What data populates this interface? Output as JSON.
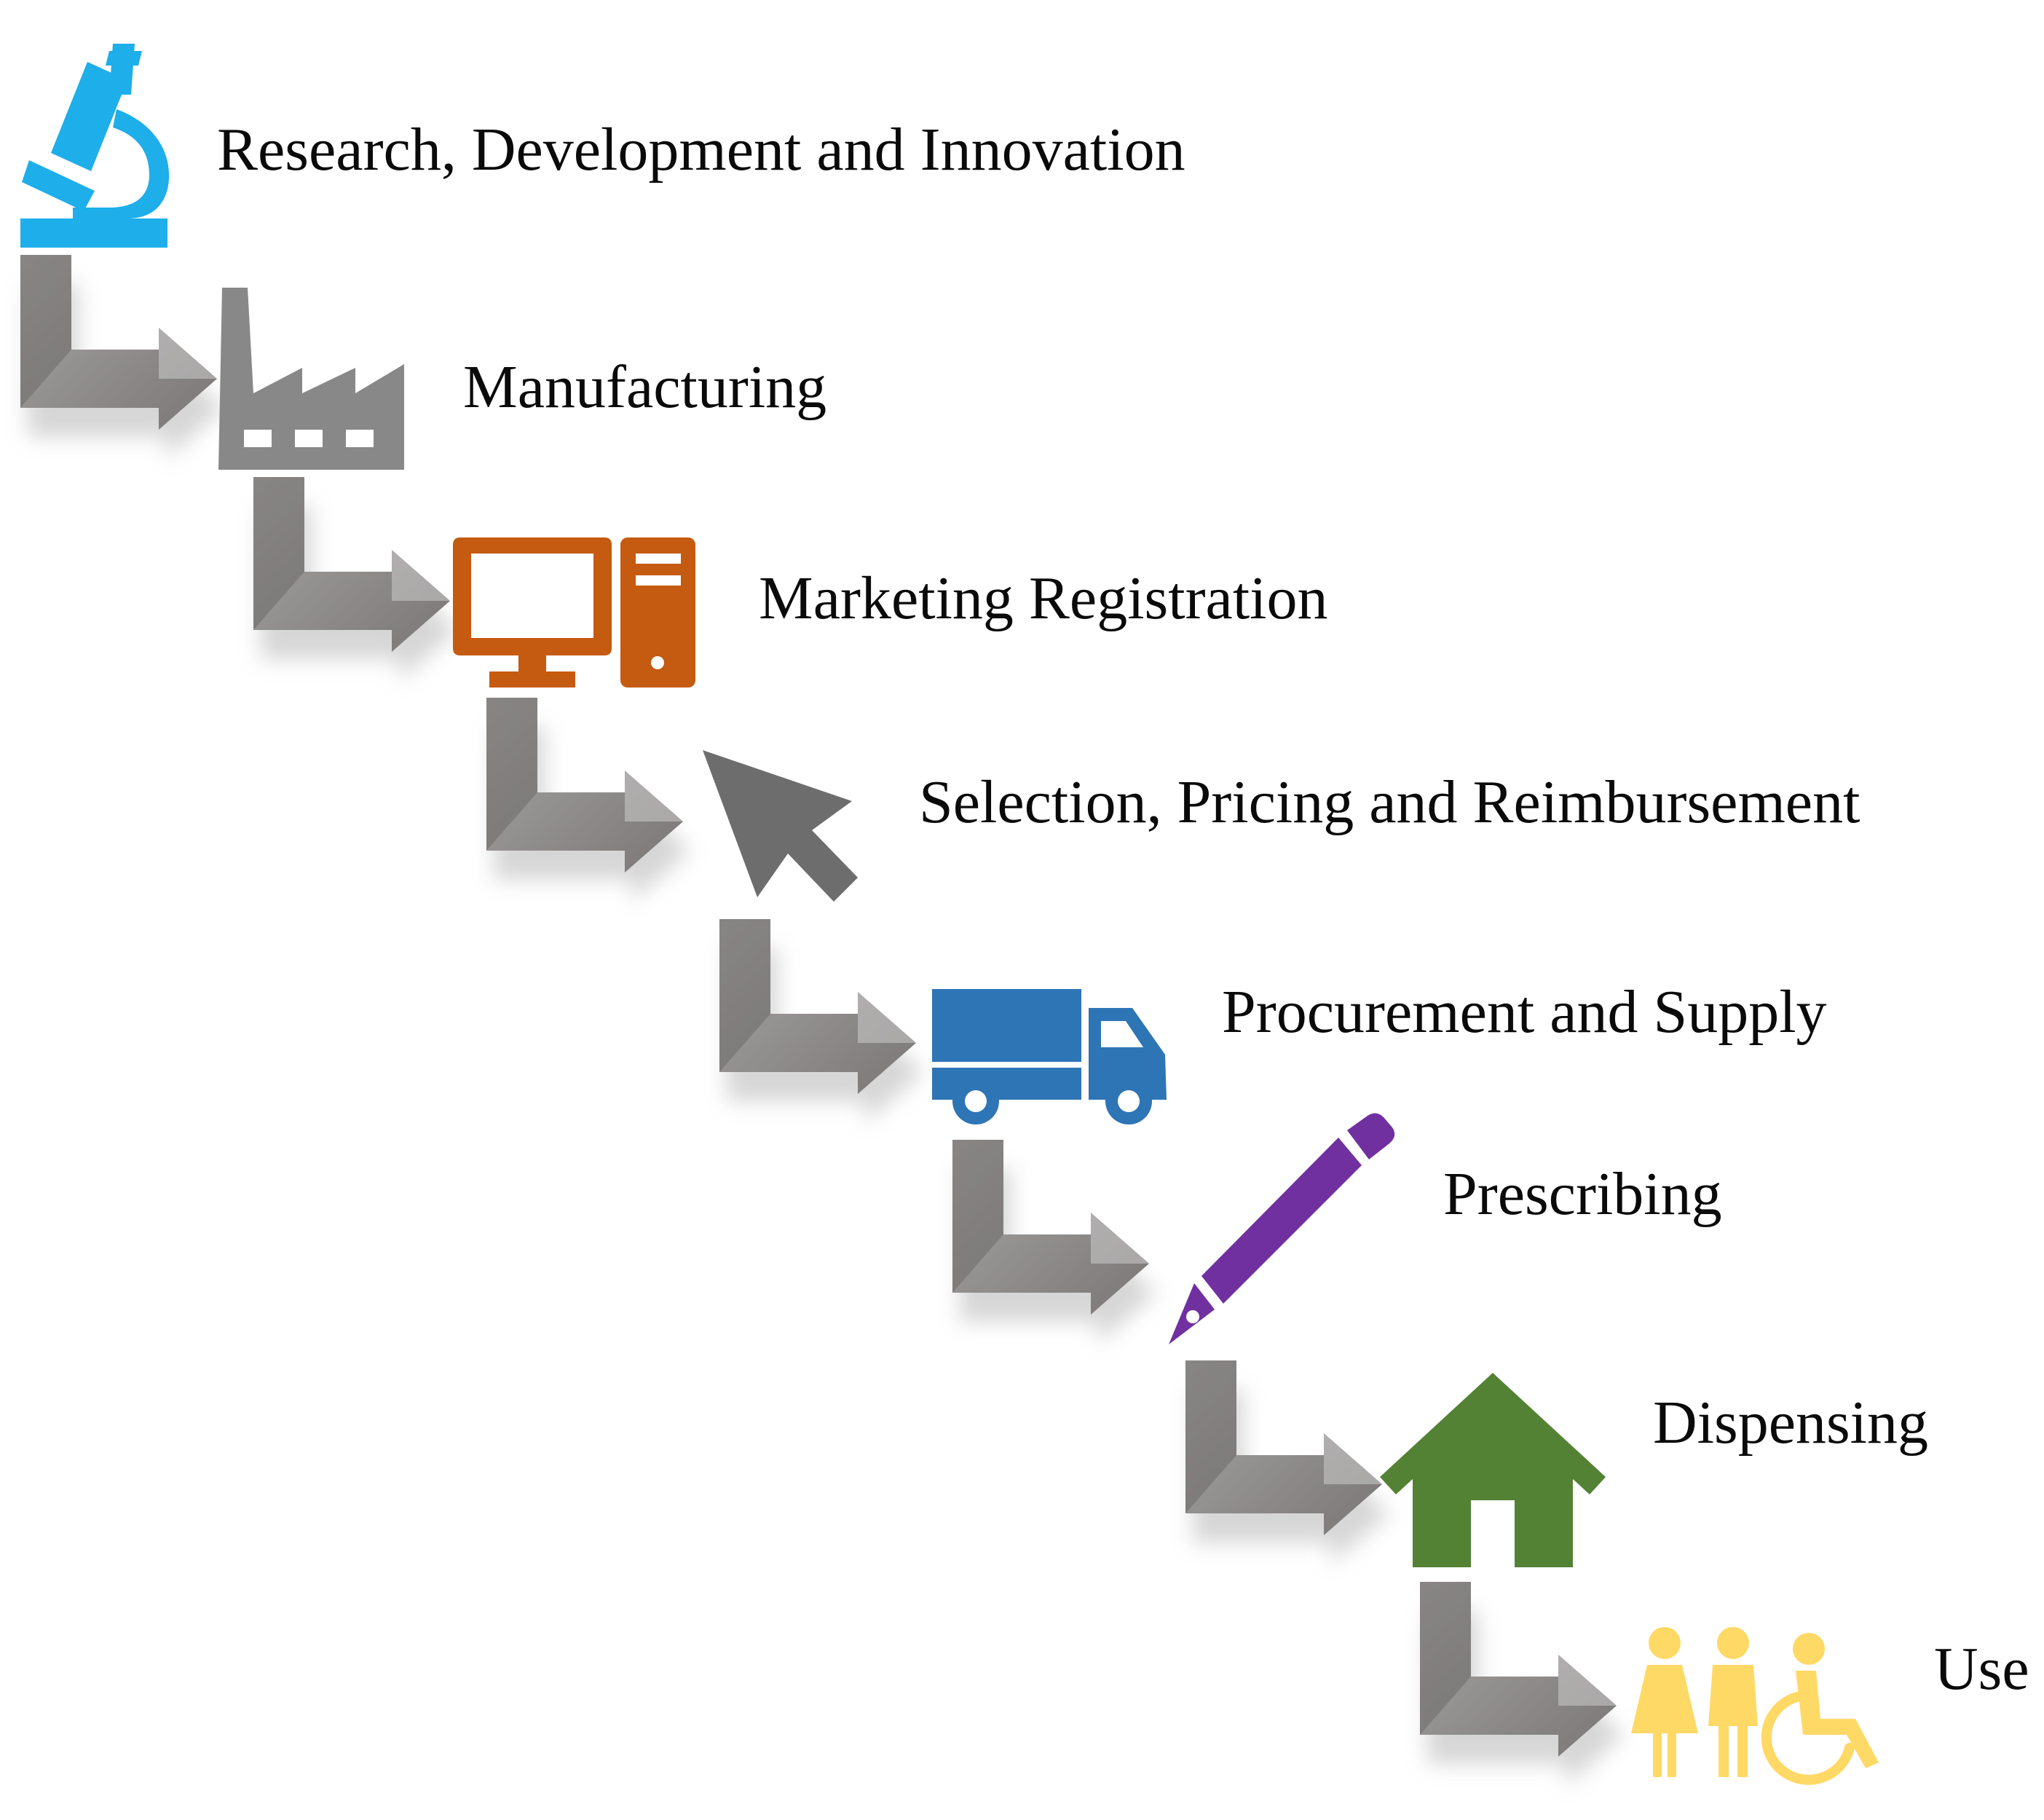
{
  "stages": [
    {
      "label": "Research, Development and Innovation",
      "icon": "microscope-icon",
      "color": "#1eaeea"
    },
    {
      "label": "Manufacturing",
      "icon": "factory-icon",
      "color": "#888888"
    },
    {
      "label": "Marketing Registration",
      "icon": "computer-icon",
      "color": "#c55a11"
    },
    {
      "label": "Selection, Pricing and Reimbursement",
      "icon": "cursor-arrow-icon",
      "color": "#6d6d6d"
    },
    {
      "label": "Procurement and Supply",
      "icon": "delivery-truck-icon",
      "color": "#2e75b6"
    },
    {
      "label": "Prescribing",
      "icon": "pen-icon",
      "color": "#7030a0"
    },
    {
      "label": "Dispensing",
      "icon": "house-icon",
      "color": "#548235"
    },
    {
      "label": "Use",
      "icon": "people-wheelchair-icon",
      "color": "#ffd966"
    }
  ],
  "connector_color": "#8a8686"
}
